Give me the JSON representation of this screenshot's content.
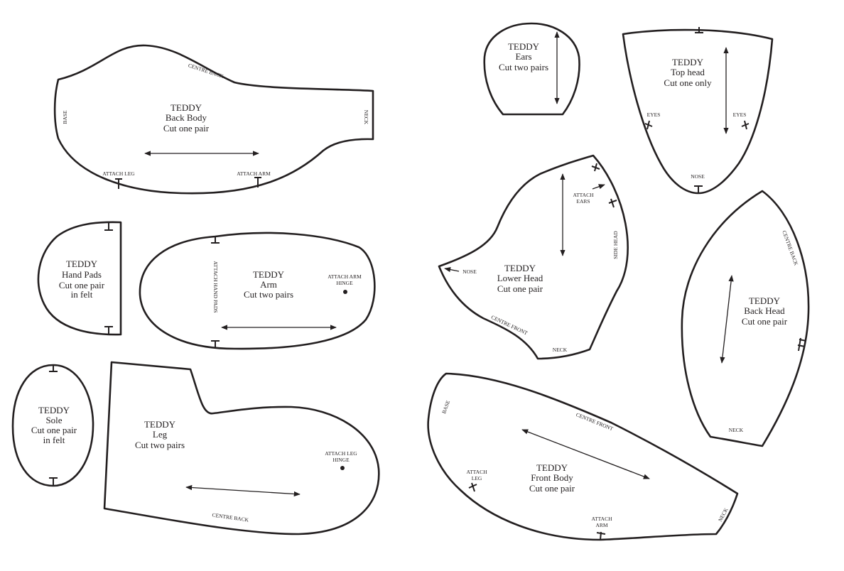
{
  "pieces": {
    "back_body": {
      "title": "TEDDY",
      "name": "Back Body",
      "instruction": "Cut one pair",
      "labels": {
        "centre_back": "CENTRE BACK",
        "base": "BASE",
        "neck": "NECK",
        "attach_leg": "ATTACH LEG",
        "attach_arm": "ATTACH ARM"
      }
    },
    "hand_pads": {
      "title": "TEDDY",
      "name": "Hand Pads",
      "instruction": "Cut one pair",
      "note": "in felt"
    },
    "arm": {
      "title": "TEDDY",
      "name": "Arm",
      "instruction": "Cut two pairs",
      "labels": {
        "attach_hand_pads": "ATTACH HAND PADS",
        "attach_arm": "ATTACH ARM",
        "hinge": "HINGE"
      }
    },
    "sole": {
      "title": "TEDDY",
      "name": "Sole",
      "instruction": "Cut one pair",
      "note": "in felt"
    },
    "leg": {
      "title": "TEDDY",
      "name": "Leg",
      "instruction": "Cut two pairs",
      "labels": {
        "attach_leg": "ATTACH LEG",
        "hinge": "HINGE",
        "centre_back": "CENTRE BACK"
      }
    },
    "ears": {
      "title": "TEDDY",
      "name": "Ears",
      "instruction": "Cut two pairs"
    },
    "top_head": {
      "title": "TEDDY",
      "name": "Top head",
      "instruction": "Cut one only",
      "labels": {
        "eyes_left": "EYES",
        "eyes_right": "EYES",
        "nose": "NOSE"
      }
    },
    "lower_head": {
      "title": "TEDDY",
      "name": "Lower Head",
      "instruction": "Cut one pair",
      "labels": {
        "attach": "ATTACH",
        "ears": "EARS",
        "side_head": "SIDE HEAD",
        "nose": "NOSE",
        "centre_front": "CENTRE FRONT",
        "neck": "NECK"
      }
    },
    "back_head": {
      "title": "TEDDY",
      "name": "Back Head",
      "instruction": "Cut one pair",
      "labels": {
        "centre_back": "CENTRE BACK",
        "neck": "NECK"
      }
    },
    "front_body": {
      "title": "TEDDY",
      "name": "Front Body",
      "instruction": "Cut one pair",
      "labels": {
        "base": "BASE",
        "centre_front": "CENTRE FRONT",
        "attach": "ATTACH",
        "leg": "LEG",
        "attach_arm_1": "ATTACH",
        "attach_arm_2": "ARM",
        "neck": "NECK"
      }
    }
  }
}
